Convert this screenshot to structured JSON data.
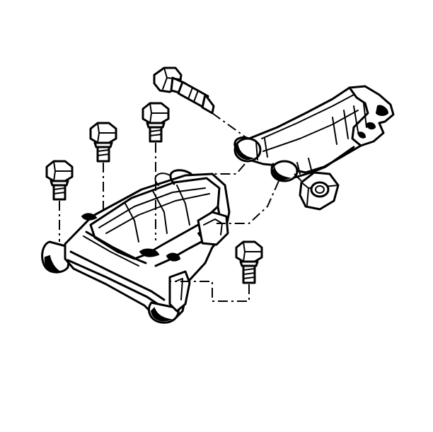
{
  "diagram": {
    "parts": [
      {
        "name": "bracket-assembly"
      },
      {
        "name": "pivot-arm"
      },
      {
        "name": "long-bolt"
      },
      {
        "name": "hex-nut"
      },
      {
        "name": "mounting-bolt-1"
      },
      {
        "name": "mounting-bolt-2"
      },
      {
        "name": "mounting-bolt-3"
      },
      {
        "name": "mounting-bolt-4"
      }
    ],
    "ink_color": "#000000",
    "background_color": "#ffffff"
  }
}
